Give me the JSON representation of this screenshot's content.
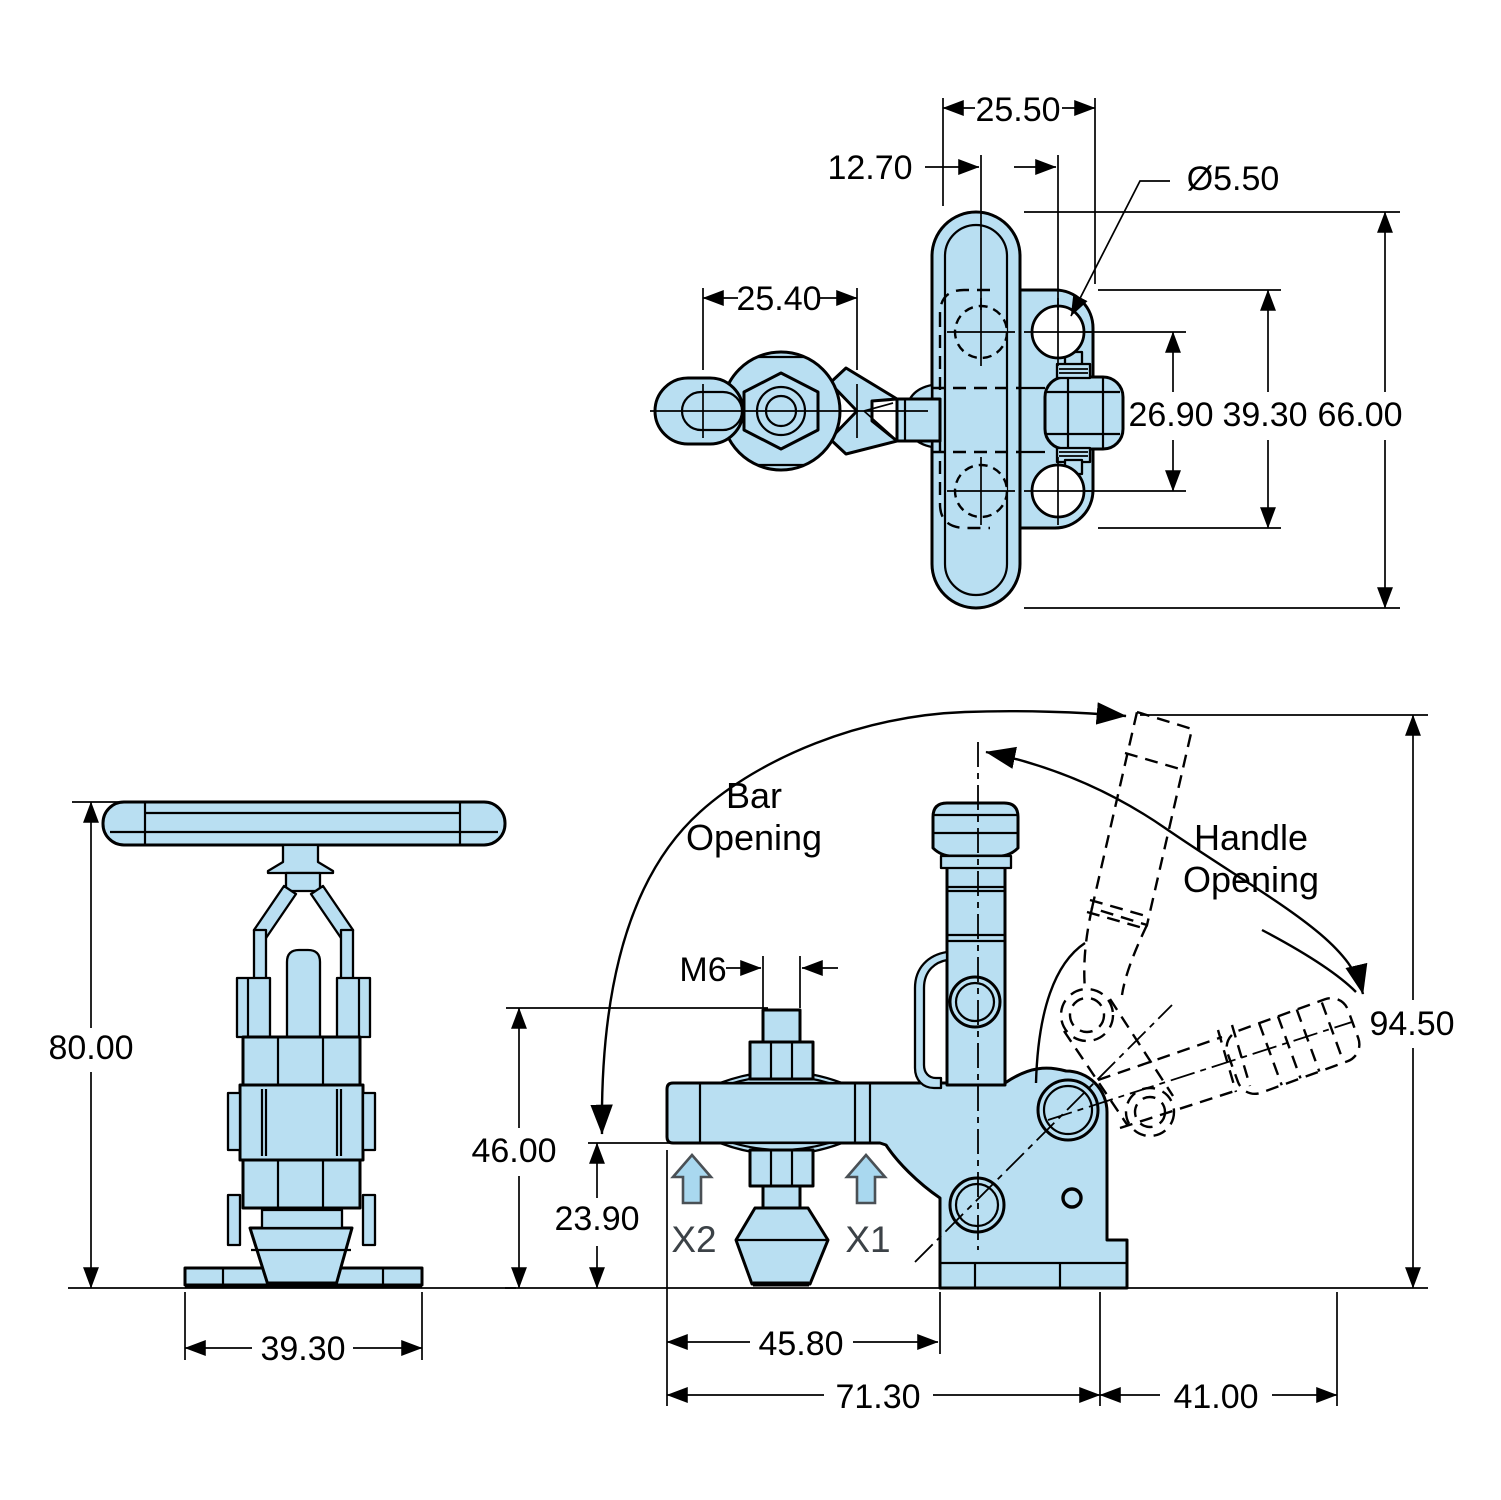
{
  "drawing": {
    "type": "engineering-dimension-drawing",
    "subject": "vertical toggle clamp with T-handle, three orthographic views",
    "colors": {
      "part_fill": "#b9dff2",
      "line": "#000000",
      "arrow_fill": "#a9d8ef",
      "arrow_outline": "#4a5055",
      "background": "#ffffff"
    },
    "top_view": {
      "dims": {
        "width_top": "25.50",
        "hole_offset": "12.70",
        "hole_dia": "Ø5.50",
        "link_span": "25.40",
        "hole_pitch": "26.90",
        "plate_height": "39.30",
        "bar_length": "66.00"
      }
    },
    "front_view": {
      "dims": {
        "overall_height": "80.00",
        "base_width": "39.30"
      }
    },
    "side_view": {
      "labels": {
        "bar_opening_line1": "Bar",
        "bar_opening_line2": "Opening",
        "handle_opening_line1": "Handle",
        "handle_opening_line2": "Opening",
        "x2": "X2",
        "x1": "X1"
      },
      "dims": {
        "thread": "M6",
        "spindle_height": "46.00",
        "bar_clearance": "23.90",
        "arm_reach": "45.80",
        "base_length": "71.30",
        "handle_overhang": "41.00",
        "handle_height": "94.50"
      }
    }
  }
}
